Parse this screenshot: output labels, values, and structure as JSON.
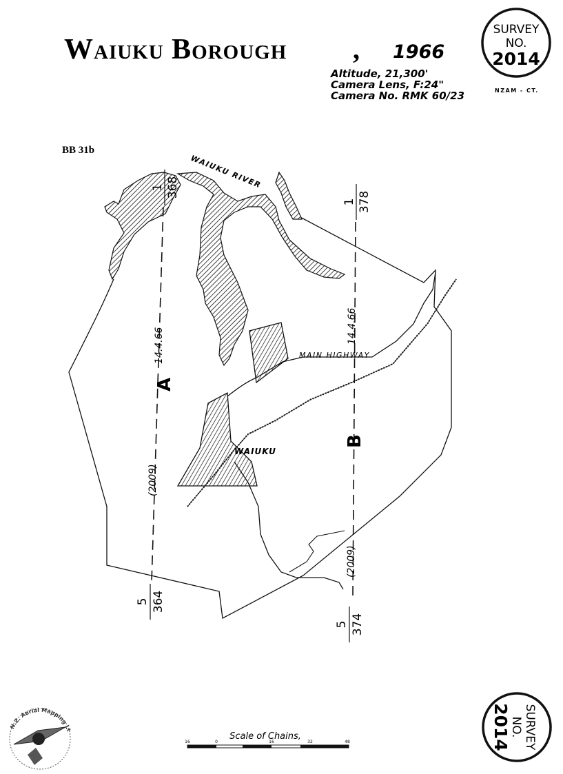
{
  "header": {
    "title": "Waiuku Borough",
    "comma": ",",
    "year": "1966",
    "altitude": "Altitude, 21,300'",
    "lens": "Camera Lens, F:24\"",
    "camera_no": "Camera No. RMK 60/23",
    "credit": "NZAM - CT.",
    "sheet_ref": "BB 31b"
  },
  "survey_stamp": {
    "line1": "Survey",
    "line2": "No.",
    "number": "2014"
  },
  "map_labels": {
    "river": "Waiuku River",
    "highway": "Main Highway",
    "town": "Waiuku"
  },
  "flight_lines": [
    {
      "name": "A",
      "date": "14.4.66",
      "ref": "(2009)",
      "top_num": "1",
      "top_den": "368",
      "bottom_num": "5",
      "bottom_den": "364"
    },
    {
      "name": "B",
      "date": "14.4.66",
      "ref": "(2009)",
      "top_num": "1",
      "top_den": "378",
      "bottom_num": "5",
      "bottom_den": "374"
    }
  ],
  "scale": {
    "caption": "Scale of Chains,",
    "ticks": [
      "16",
      "0",
      "16",
      "32",
      "48"
    ]
  },
  "logo": {
    "text": "N.Z. Aerial Mapping Ltd."
  }
}
